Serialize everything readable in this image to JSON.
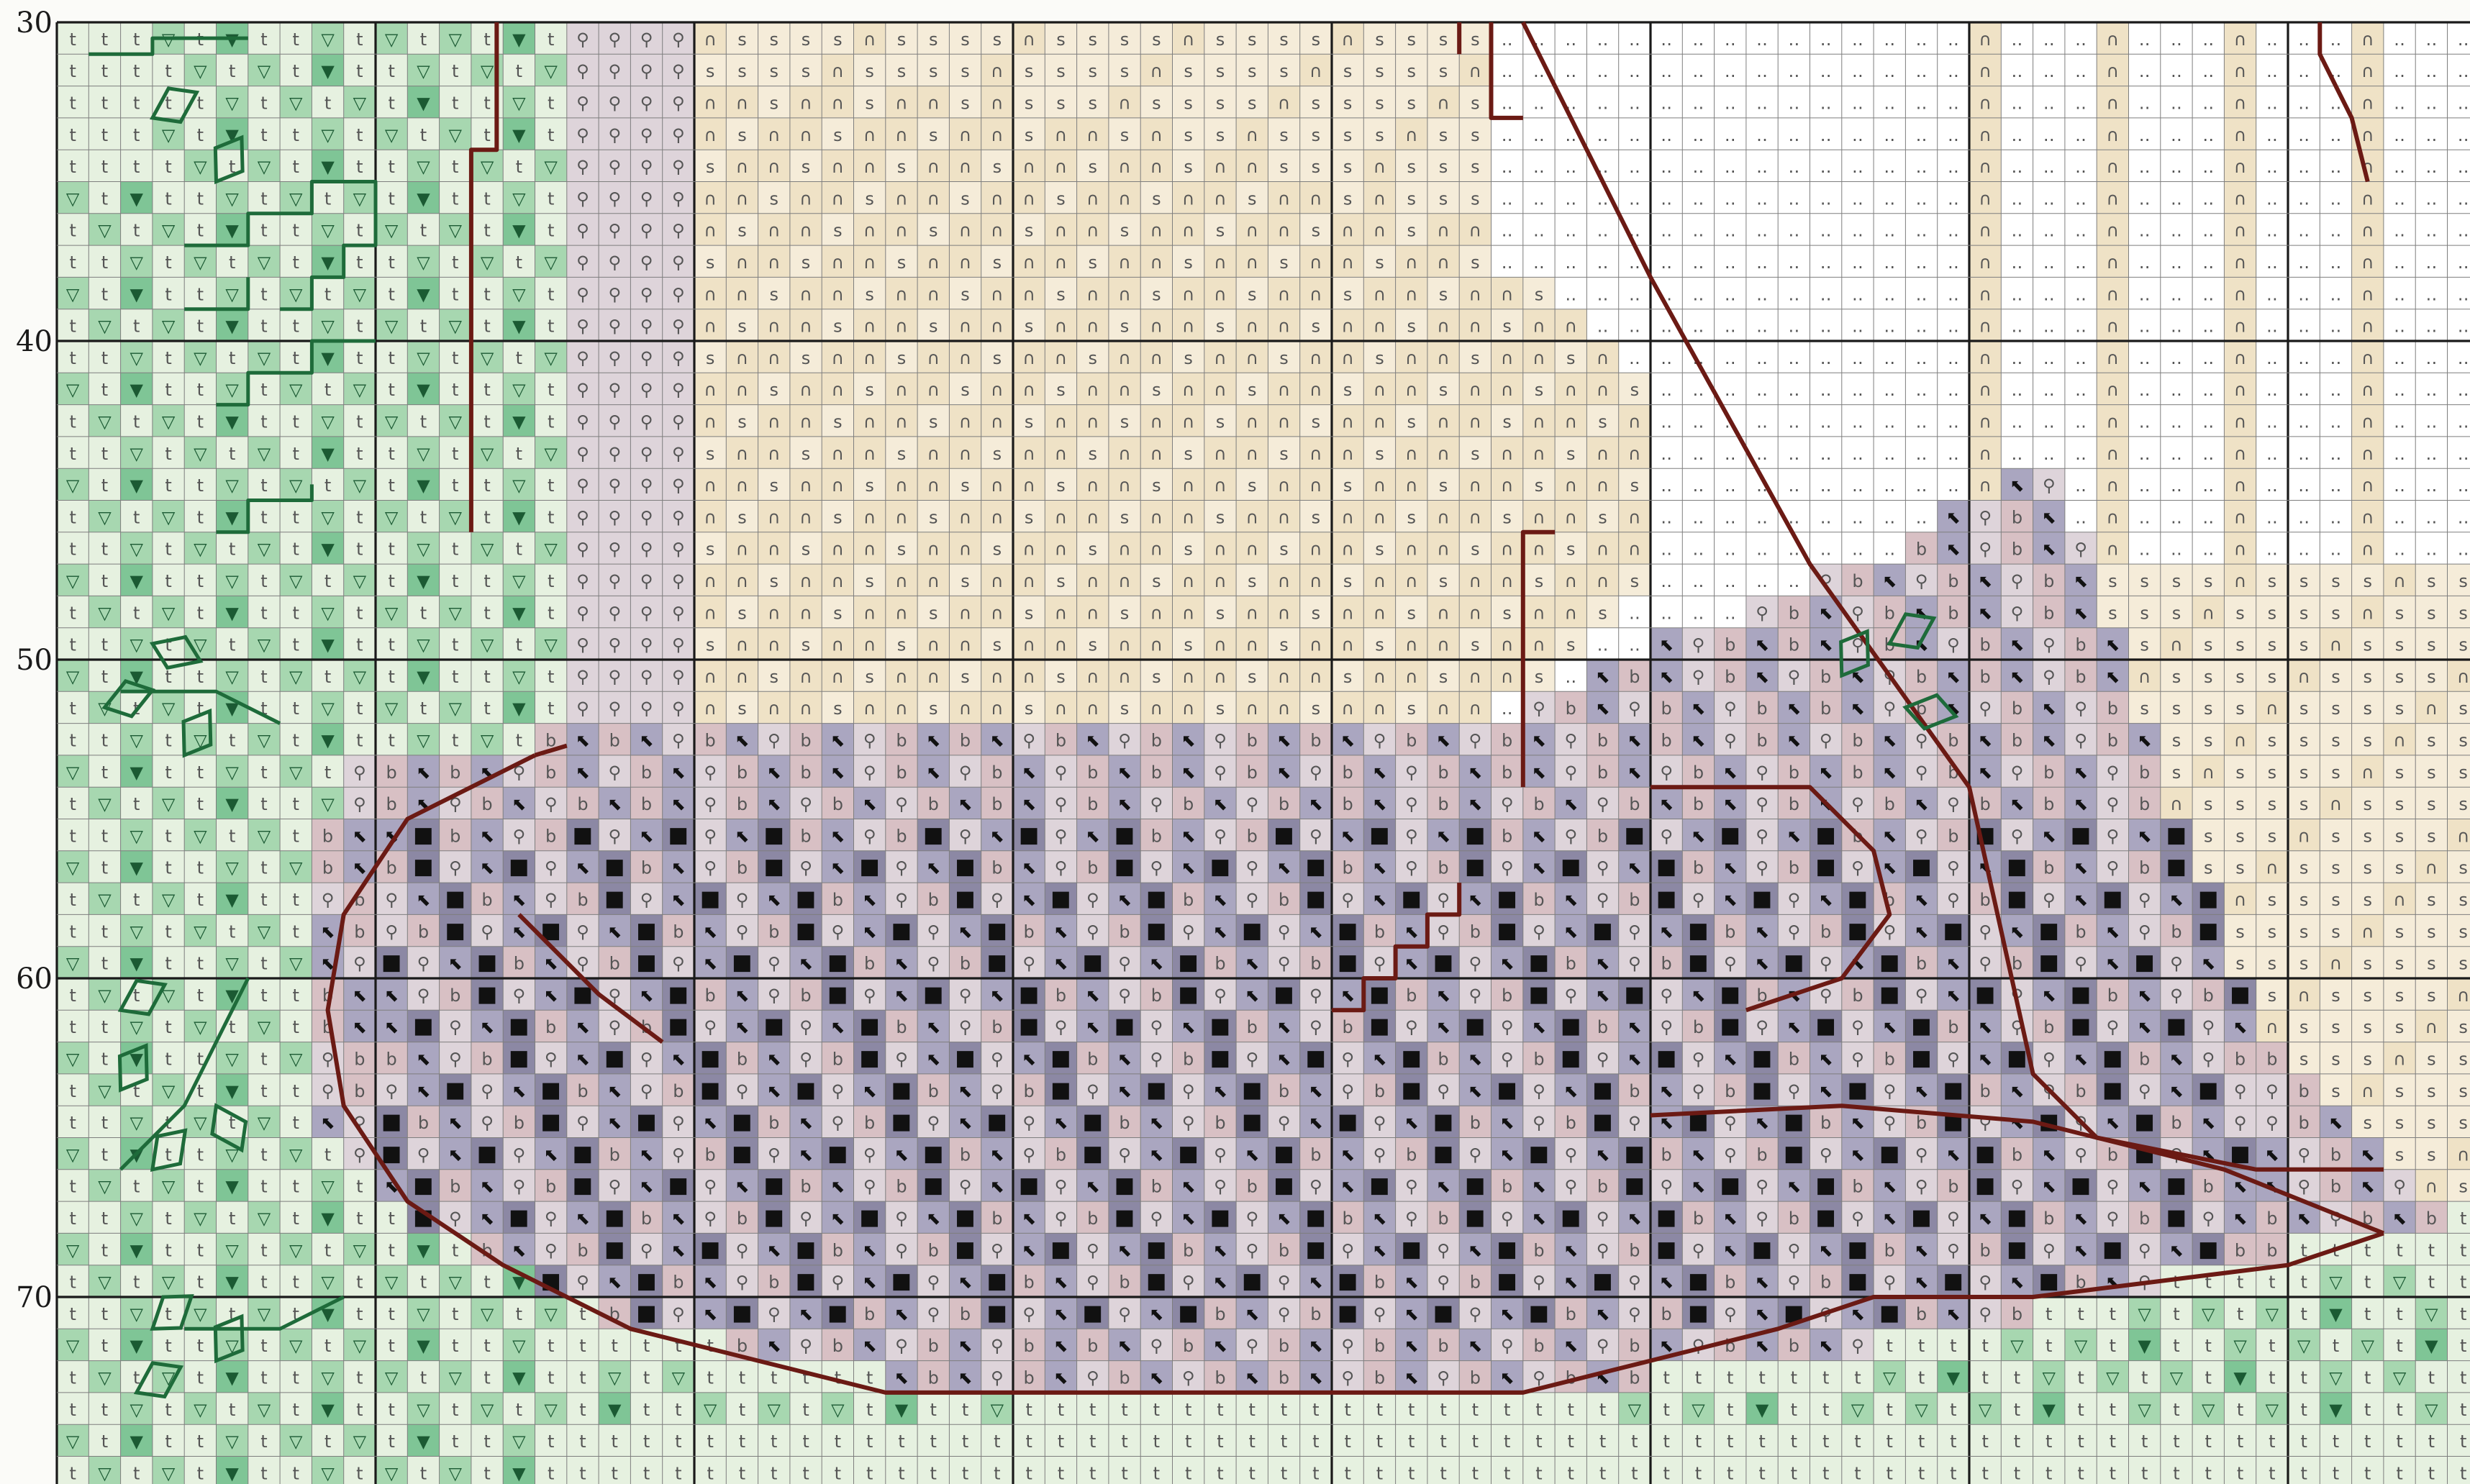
{
  "chart_data": {
    "type": "cross-stitch-chart",
    "row_labels": [
      "30",
      "40",
      "50",
      "60",
      "70"
    ],
    "first_row": 30,
    "columns_visible": 76,
    "rows_visible": 46,
    "major_grid_every": 10,
    "symbols": [
      {
        "glyph": "t",
        "name": "light-green-stitch",
        "color": "#e6f1e0"
      },
      {
        "glyph": "▽",
        "name": "mid-green-stitch",
        "color": "#a7d7b0"
      },
      {
        "glyph": "▼",
        "name": "dark-green-stitch",
        "color": "#7fc596"
      },
      {
        "glyph": "∩",
        "name": "cream-stitch",
        "color": "#efe2c6"
      },
      {
        "glyph": "s",
        "name": "light-cream-stitch",
        "color": "#f5ecd9"
      },
      {
        "glyph": "‥",
        "name": "white-stitch",
        "color": "#ffffff"
      },
      {
        "glyph": "⚲",
        "name": "lilac-stitch",
        "color": "#ded4da"
      },
      {
        "glyph": "b",
        "name": "rose-stitch",
        "color": "#d8c0c4"
      },
      {
        "glyph": "⬉",
        "name": "purple-grey-stitch",
        "color": "#aaa6c0"
      },
      {
        "glyph": "■",
        "name": "dark-grey-stitch",
        "color": "#8c88a4"
      }
    ],
    "backstitch_colors": {
      "outline": "#6b1a14",
      "leaves": "#1e6b3a"
    },
    "grid_line_color": "#7e7e7e",
    "major_line_color": "#1a1a1a"
  }
}
